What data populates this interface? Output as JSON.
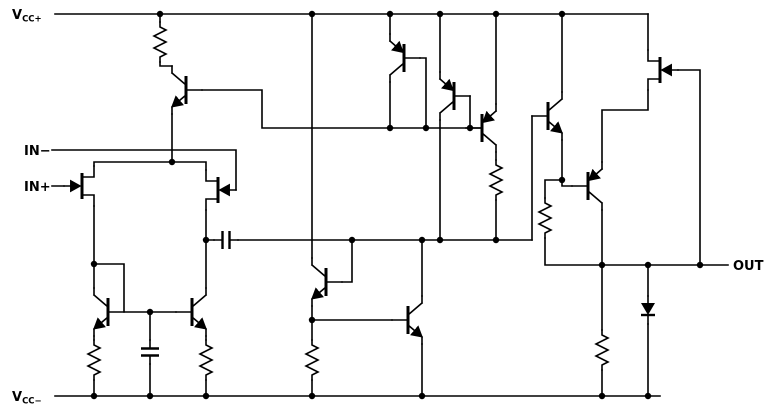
{
  "labels": {
    "vcc_plus": {
      "main": "V",
      "sub": "CC+"
    },
    "in_minus": "IN−",
    "in_plus": "IN+",
    "out": "OUT",
    "vcc_minus": {
      "main": "V",
      "sub": "CC−"
    }
  },
  "colors": {
    "ink": "#000000",
    "background": "#ffffff"
  },
  "components": {
    "transistor_count": 13,
    "resistor_count": 7,
    "capacitor_count": 2,
    "diode_count": 1
  }
}
